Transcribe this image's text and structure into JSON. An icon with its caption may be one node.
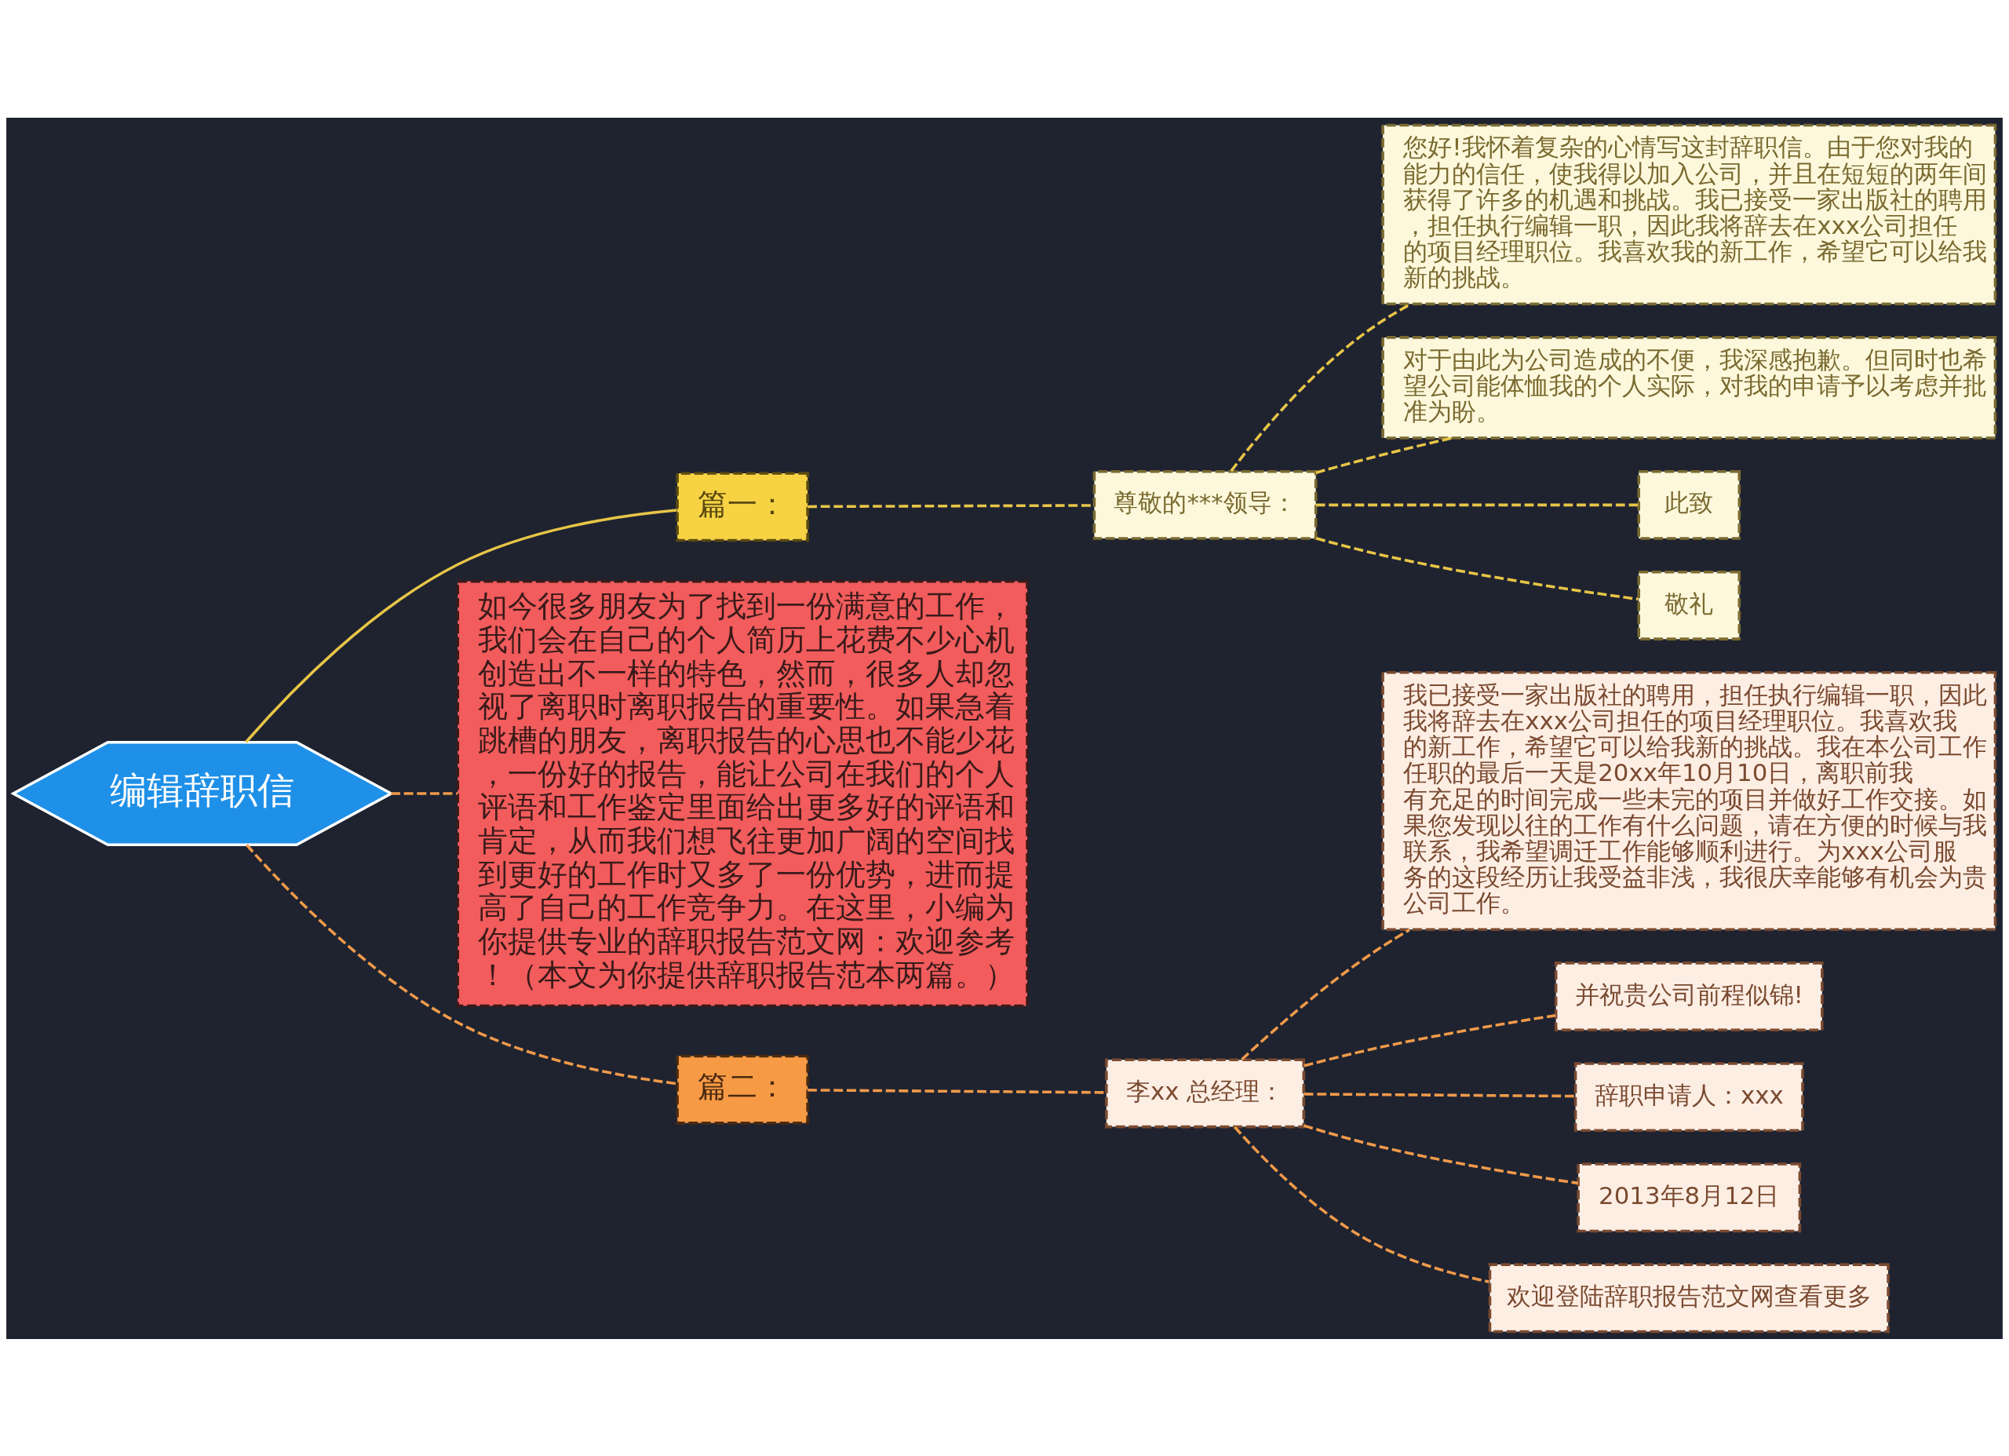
{
  "diagram": {
    "nodes": [
      {
        "text": [
          "编辑辞职信"
        ]
      },
      {
        "text": [
          "篇一："
        ]
      },
      {
        "text": [
          "尊敬的***领导："
        ]
      },
      {
        "text": [
          "您好!我怀着复杂的心情写这封辞职信。由于您对我的能力的信任，使我得以加入公司，并且在短短的两年间获得了许多的机遇和挑战。我已接受一家出版社的聘用，担任执行编辑一职，因此我将辞去在xxx公司担任的项目经理职位。我喜欢我的新工作，希望它可以给我新的挑战。"
        ]
      },
      {
        "text": [
          "对于由此为公司造成的不便，我深感抱歉。但同时也希望公司能体恤我的个人实际，对我的申请予以考虑并批准为盼。"
        ]
      },
      {
        "text": [
          "此致"
        ]
      },
      {
        "text": [
          "敬礼"
        ]
      },
      {
        "text": [
          "如今很多朋友为了找到一份满意的工作，我们会在自己的个人简历上花费不少心机创造出不一样的特色，然而，很多人却忽视了离职时离职报告的重要性。如果急着跳槽的朋友，离职报告的心思也不能少花，一份好的报告，能让公司在我们的个人评语和工作鉴定里面给出更多好的评语和肯定，从而我们想飞往更加广阔的空间找到更好的工作时又多了一份优势，进而提高了自己的工作竞争力。在这里，小编为你提供专业的辞职报告范文网：欢迎参考！（本文为你提供辞职报告范本两篇。）"
        ]
      },
      {
        "text": [
          "篇二："
        ]
      },
      {
        "text": [
          "李xx 总经理："
        ]
      },
      {
        "text": [
          "我已接受一家出版社的聘用，担任执行编辑一职，因此我将辞去在xxx公司担任的项目经理职位。我喜欢我的新工作，希望它可以给我新的挑战。我在本公司工作任职的最后一天是20xx年10月10日，离职前我有充足的时间完成一些未完的项目并做好工作交接。如果您发现以往的工作有什么问题，请在方便的时候与我联系，我希望调迁工作能够顺利进行。为xxx公司服务的这段经历让我受益非浅，我很庆幸能够有机会为贵公司工作。"
        ]
      },
      {
        "text": [
          "并祝贵公司前程似锦!"
        ]
      },
      {
        "text": [
          "辞职申请人：xxx"
        ]
      },
      {
        "text": [
          "2013年8月12日"
        ]
      },
      {
        "text": [
          "欢迎登陆辞职报告范文网查看更多"
        ]
      }
    ],
    "edges": [
      {
        "from": 0,
        "to": 1,
        "arrow": "none",
        "color": "#e8c547"
      },
      {
        "from": 1,
        "to": 2,
        "arrow": "none",
        "style": "dashed",
        "color": "#e8c547"
      },
      {
        "from": 2,
        "to": 3,
        "arrow": "none",
        "style": "dashed",
        "color": "#e8c547"
      },
      {
        "from": 2,
        "to": 4,
        "arrow": "none",
        "style": "dashed",
        "color": "#e8c547"
      },
      {
        "from": 2,
        "to": 5,
        "arrow": "none",
        "style": "dashed",
        "color": "#e8c547"
      },
      {
        "from": 2,
        "to": 6,
        "arrow": "none",
        "style": "dashed",
        "color": "#e8c547"
      },
      {
        "from": 0,
        "to": 7,
        "arrow": "none",
        "style": "dashed"
      },
      {
        "from": 0,
        "to": 8,
        "arrow": "none",
        "style": "dashed"
      },
      {
        "from": 8,
        "to": 9,
        "arrow": "none",
        "style": "dashed"
      },
      {
        "from": 9,
        "to": 10,
        "arrow": "none",
        "style": "dashed"
      },
      {
        "from": 9,
        "to": 11,
        "arrow": "none",
        "style": "dashed"
      },
      {
        "from": 9,
        "to": 12,
        "arrow": "none",
        "style": "dashed"
      },
      {
        "from": 9,
        "to": 13,
        "arrow": "none",
        "style": "dashed"
      },
      {
        "from": 9,
        "to": 14,
        "arrow": "none",
        "style": "dashed"
      }
    ]
  }
}
